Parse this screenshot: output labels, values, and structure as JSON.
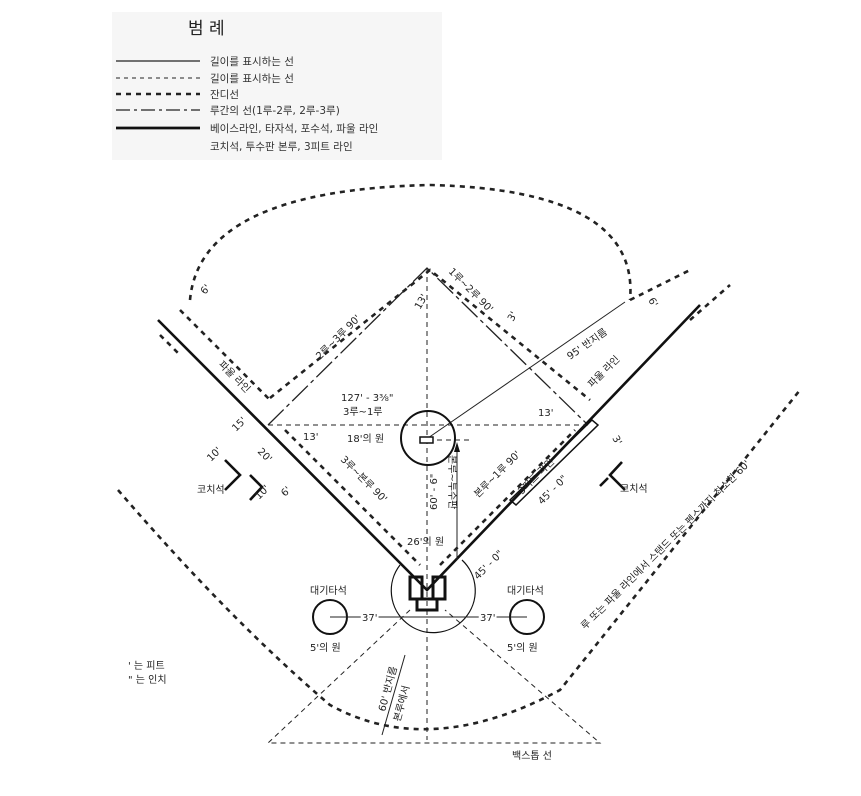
{
  "legend": {
    "title": "범 례",
    "items": [
      {
        "style": "solid-thin",
        "label": "길이를 표시하는 선"
      },
      {
        "style": "dashed-thin",
        "label": "길이를 표시하는 선"
      },
      {
        "style": "dashed-thick",
        "label": "잔디선"
      },
      {
        "style": "dash-dot",
        "label": "루간의 선(1루-2루, 2루-3루)"
      },
      {
        "style": "solid-thick",
        "label": "베이스라인, 타자석, 포수석, 파울 라인"
      },
      {
        "style": "none",
        "label": "코치석, 투수판 본루, 3피트 라인"
      }
    ]
  },
  "labels": {
    "left_6": "6'",
    "right_6": "6'",
    "foul_left": "파울 라인",
    "foul_right": "파울 라인",
    "b23": "2루~3루 90'",
    "b12": "1루~2루 90'",
    "top_13": "13'",
    "three_top": "3'",
    "radius95": "95' 반지름",
    "dist127": "127' - 3⅜\"",
    "b3to1": "3루~1루",
    "circle18": "18'의 원",
    "left_13": "13'",
    "right_13": "13'",
    "d15": "15'",
    "d10a": "10'",
    "d20": "20'",
    "d10b": "10'",
    "d6b": "6'",
    "coach_left": "코치석",
    "coach_right": "코치석",
    "b3home": "3루~본루 90'",
    "bhome1": "본루~1루 90'",
    "three_ft": "3피트 라인",
    "d45a": "45' - 0\"",
    "three_right": "3'",
    "d60": "60' - 6\"",
    "home_pitch": "본루~투수판",
    "circle26": "26'의 원",
    "d45b": "45' - 0\"",
    "ondeck_left": "대기타석",
    "ondeck_right": "대기타석",
    "d37l": "37'",
    "d37r": "37'",
    "circle5l": "5'의 원",
    "circle5r": "5'의 원",
    "feet": "' 는 피트",
    "inch": "\" 는 인치",
    "radius60": "60' 반지름",
    "from_home": "본루에서",
    "backstop": "백스톱 선",
    "min60": "루 또는 파울 라인에서 스탠드 또는 펜스까지 최소한 60'"
  }
}
